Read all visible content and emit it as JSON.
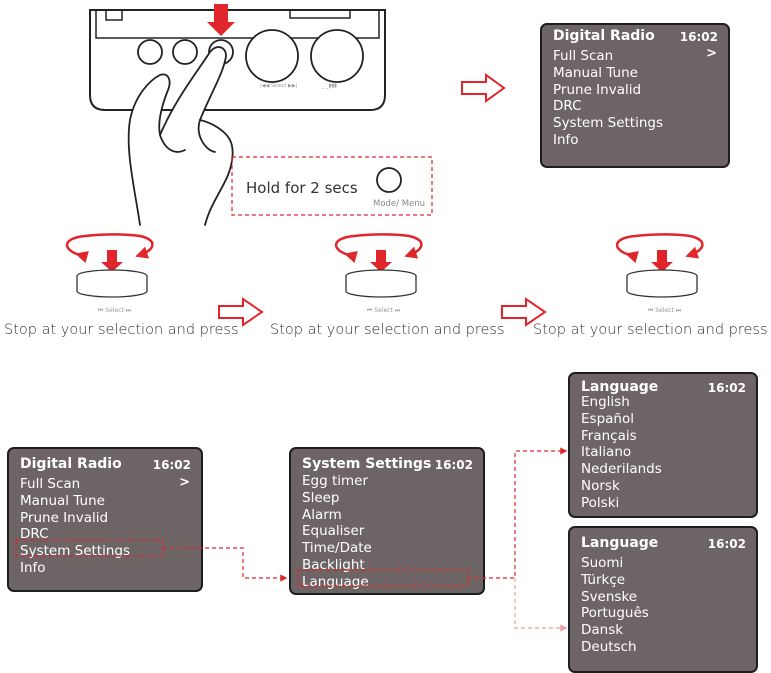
{
  "screen_main": {
    "title": "Digital Radio",
    "time": "16:02",
    "selected_marker": ">",
    "items": [
      "Full Scan",
      "Manual Tune",
      "Prune Invalid",
      "DRC",
      "System Settings",
      "Info"
    ],
    "highlighted_item": "System Settings"
  },
  "screen_system": {
    "title": "System Settings",
    "time": "16:02",
    "items": [
      "Egg timer",
      "Sleep",
      "Alarm",
      "Equaliser",
      "Time/Date",
      "Backlight",
      "Language"
    ],
    "highlighted_item": "Language"
  },
  "screen_language_1": {
    "title": "Language",
    "time": "16:02",
    "items": [
      "English",
      "Español",
      "Français",
      "Italiano",
      "Nederilands",
      "Norsk",
      "Polski"
    ]
  },
  "screen_language_2": {
    "title": "Language",
    "time": "16:02",
    "items": [
      "Suomi",
      "Türkçe",
      "Svenske",
      "Português",
      "Dansk",
      "Deutsch"
    ]
  },
  "hold_instruction": {
    "text": "Hold for 2 secs",
    "button_label": "Mode/ Menu"
  },
  "step_caption": "Stop at your selection and press",
  "knob_label": "⏮ Select ⏭",
  "colors": {
    "accent": "#e0262b",
    "screen_bg": "#6d6565",
    "screen_text": "#ffffff"
  }
}
